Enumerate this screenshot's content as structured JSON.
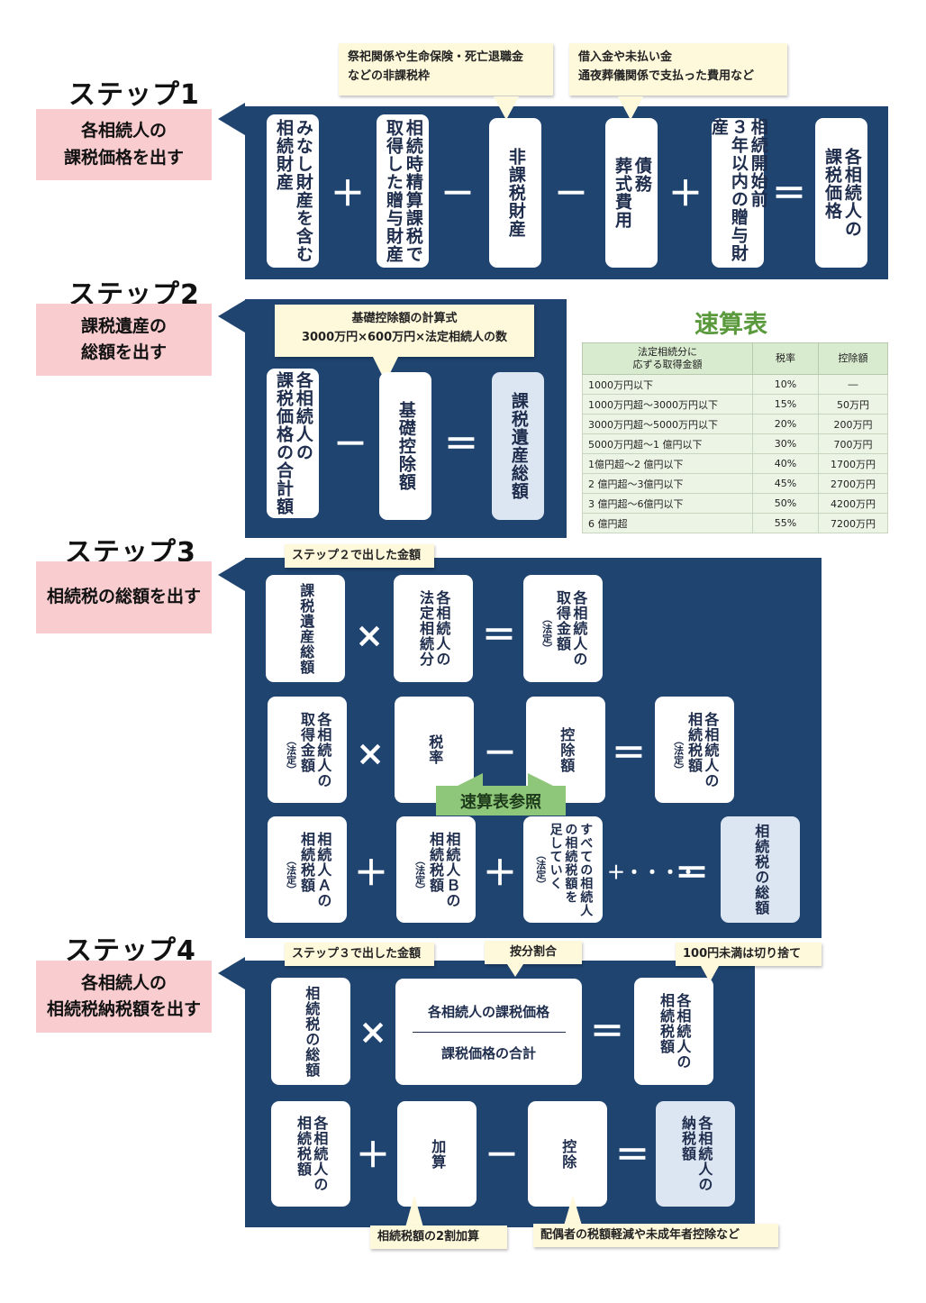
{
  "step1": {
    "heading": "ステップ1",
    "label": "各相続人の\n課税価格を出す",
    "cards": [
      "みなし財産を含む\n相続財産",
      "相続時精算課税で\n取得した贈与財産",
      "非課税財産",
      "債務\n葬式費用",
      "相続開始前\n３年以内の贈与財産",
      "各相続人の\n課税価格"
    ],
    "operators": [
      "＋",
      "－",
      "－",
      "＋",
      "＝"
    ],
    "callout_left": "祭祀関係や生命保険・死亡退職金\nなどの非課税枠",
    "callout_right": "借入金や未払い金\n通夜葬儀関係で支払った費用など"
  },
  "step2": {
    "heading": "ステップ2",
    "label": "課税遺産の\n総額を出す",
    "callout": "基礎控除額の計算式\n3000万円×600万円×法定相続人の数",
    "cards": [
      "各相続人の\n課税価格の合計額",
      "基礎控除額",
      "課税遺産総額"
    ],
    "operators": [
      "－",
      "＝"
    ]
  },
  "hayami": {
    "title": "速算表",
    "headers": [
      "法定相続分に\n応ずる取得金額",
      "税率",
      "控除額"
    ],
    "rows": [
      [
        "1000万円以下",
        "10%",
        "―"
      ],
      [
        "1000万円超～3000万円以下",
        "15%",
        "50万円"
      ],
      [
        "3000万円超～5000万円以下",
        "20%",
        "200万円"
      ],
      [
        "5000万円超～1 億円以下",
        "30%",
        "700万円"
      ],
      [
        "1億円超～2 億円以下",
        "40%",
        "1700万円"
      ],
      [
        "2 億円超～3億円以下",
        "45%",
        "2700万円"
      ],
      [
        "3 億円超～6億円以下",
        "50%",
        "4200万円"
      ],
      [
        "6 億円超",
        "55%",
        "7200万円"
      ]
    ]
  },
  "step3": {
    "heading": "ステップ3",
    "label": "相続税の総額を出す",
    "callout": "ステップ２で出した金額",
    "row1": {
      "cards": [
        "課税遺産総額",
        "各相続人の\n法定相続分",
        "各相続人の\n取得金額"
      ],
      "subs": [
        "",
        "",
        "（法定）"
      ],
      "operators": [
        "×",
        "＝"
      ]
    },
    "row2": {
      "cards": [
        "各相続人の\n取得金額",
        "税率",
        "控除額",
        "各相続人の\n相続税額"
      ],
      "subs": [
        "（法定）",
        "",
        "",
        "（法定）"
      ],
      "operators": [
        "×",
        "－",
        "＝"
      ]
    },
    "ref": "速算表参照",
    "row3": {
      "cards": [
        "相続人Ａの\n相続税額",
        "相続人Ｂの\n相続税額",
        "すべての相続人\nの相続税額を\n足していく",
        "相続税の総額"
      ],
      "subs": [
        "（法定）",
        "（法定）",
        "（法定）",
        ""
      ],
      "operators": [
        "＋",
        "＋",
        "＋・・・・",
        "＝"
      ]
    }
  },
  "step4": {
    "heading": "ステップ4",
    "label": "各相続人の\n相続税納税額を出す",
    "callouts": {
      "a": "ステップ３で出した金額",
      "b": "按分割合",
      "c": "100円未満は切り捨て",
      "d": "相続税額の2割加算",
      "e": "配偶者の税額軽減や未成年者控除など"
    },
    "row1": {
      "left": "相続税の総額",
      "numerator": "各相続人の課税価格",
      "denominator": "課税価格の合計",
      "result": "各相続人の\n相続税額",
      "operators": [
        "×",
        "＝"
      ]
    },
    "row2": {
      "cards": [
        "各相続人の\n相続税額",
        "加算",
        "控除",
        "各相続人の\n納税額"
      ],
      "operators": [
        "＋",
        "－",
        "＝"
      ]
    }
  }
}
